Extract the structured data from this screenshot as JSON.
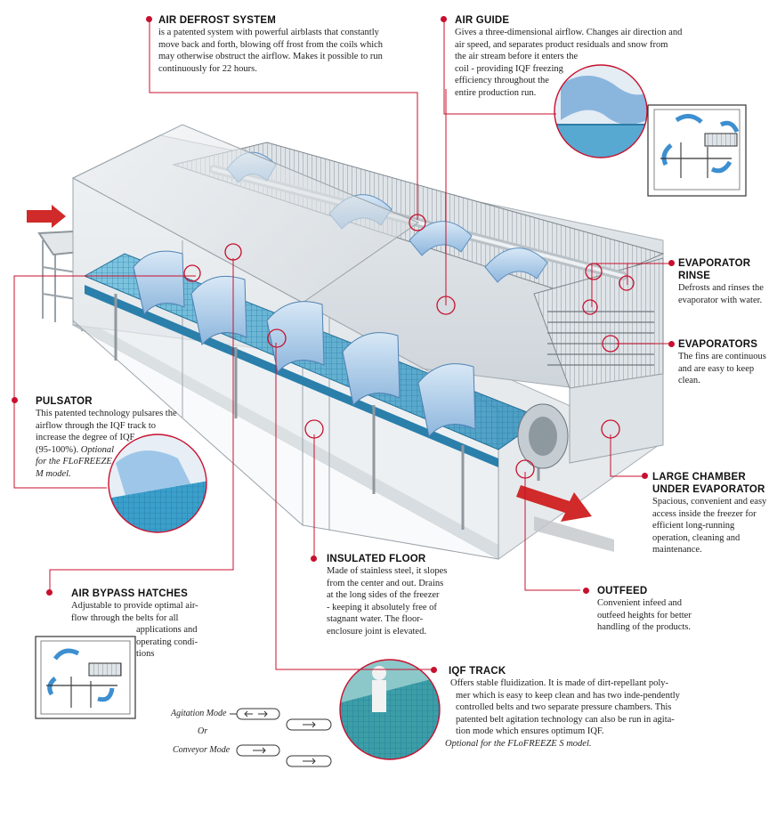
{
  "colors": {
    "accent": "#c8102e",
    "air": "#9ec3e8",
    "steel": "#cfd6dc",
    "belt": "#3a9fc9"
  },
  "callouts": {
    "air_defrost": {
      "title": "AIR DEFROST SYSTEM",
      "lines": [
        "is a patented system with powerful airblasts that constantly",
        "move back and forth, blowing off frost from the coils which",
        "may otherwise obstruct the airflow. Makes it possible to run",
        "continuously for 22 hours."
      ]
    },
    "air_guide": {
      "title": "AIR GUIDE",
      "lines": [
        "Gives a three-dimensional airflow. Changes air direction and",
        "air speed, and separates product residuals and snow from",
        "the air stream before it enters the",
        "coil - providing IQF freezing",
        "efficiency throughout the",
        "entire production run."
      ]
    },
    "evaporator_rinse": {
      "title_lines": [
        "EVAPORATOR",
        "RINSE"
      ],
      "lines": [
        "Defrosts and rinses the",
        "evaporator with water."
      ]
    },
    "evaporators": {
      "title": "EVAPORATORS",
      "lines": [
        "The fins are continuous",
        "and are easy to keep",
        "clean."
      ]
    },
    "pulsator": {
      "title": "PULSATOR",
      "lines": [
        "This patented technology pulsares the",
        "airflow through the IQF track to",
        "increase the degree of IQF",
        "(95-100%)."
      ],
      "optional_lines": [
        "Optional",
        "for the FLoFREEZE",
        "M model."
      ]
    },
    "large_chamber": {
      "title_lines": [
        "LARGE CHAMBER",
        "UNDER EVAPORATOR"
      ],
      "lines": [
        "Spacious, convenient and easy",
        "access inside the freezer for",
        "efficient long-running",
        "operation, cleaning and",
        "maintenance."
      ]
    },
    "insulated_floor": {
      "title": "INSULATED FLOOR",
      "lines": [
        "Made of stainless steel, it slopes",
        "from the center and out. Drains",
        "at the long sides of the freezer",
        "- keeping it absolutely free of",
        "stagnant water. The floor-",
        "enclosure joint is elevated."
      ]
    },
    "outfeed": {
      "title": "OUTFEED",
      "lines": [
        "Convenient infeed and",
        "outfeed heights for better",
        "handling of the products."
      ]
    },
    "air_bypass": {
      "title": "AIR BYPASS HATCHES",
      "lines": [
        "Adjustable to provide optimal air-",
        "flow through the belts for all",
        "applications and",
        "operating condi-",
        "tions"
      ]
    },
    "iqf_track": {
      "title": "IQF TRACK",
      "lines": [
        "Offers stable fluidization. It is made of dirt-repellant poly-",
        "mer which is easy to keep clean and has two inde-pendently",
        "controlled belts and two separate pressure chambers. This",
        "patented belt agitation technology can also be run in agita-",
        "tion mode which ensures optimum IQF."
      ],
      "optional": "Optional for the FLoFREEZE S model."
    }
  },
  "modes": {
    "agitation": "Agitation Mode",
    "or": "Or",
    "conveyor": "Conveyor Mode"
  }
}
